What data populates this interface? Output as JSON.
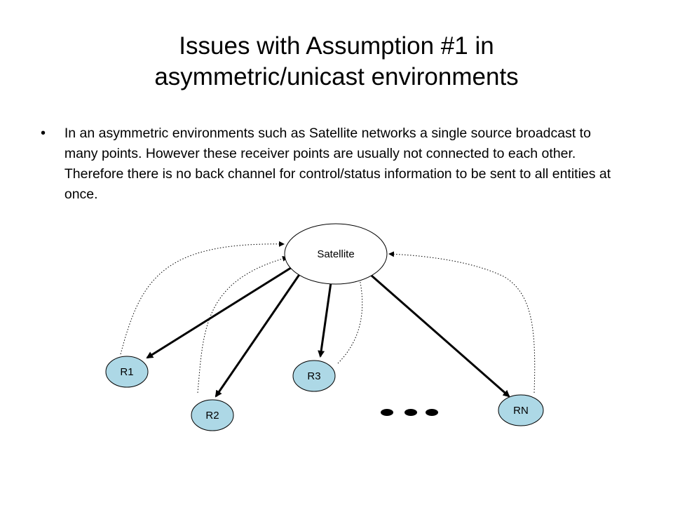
{
  "slide": {
    "title_line1": "Issues with Assumption #1 in",
    "title_line2": "asymmetric/unicast environments",
    "bullet": "•",
    "bullet_text": "In an asymmetric environments such as Satellite networks a single source broadcast to many points.  However these receiver points are usually not connected to each other.  Therefore there is no back channel for control/status information to be sent to all entities at once."
  },
  "diagram": {
    "satellite_label": "Satellite",
    "receivers": [
      "R1",
      "R2",
      "R3",
      "RN"
    ],
    "node_fill": "#add8e6",
    "satellite_fill": "#ffffff"
  }
}
